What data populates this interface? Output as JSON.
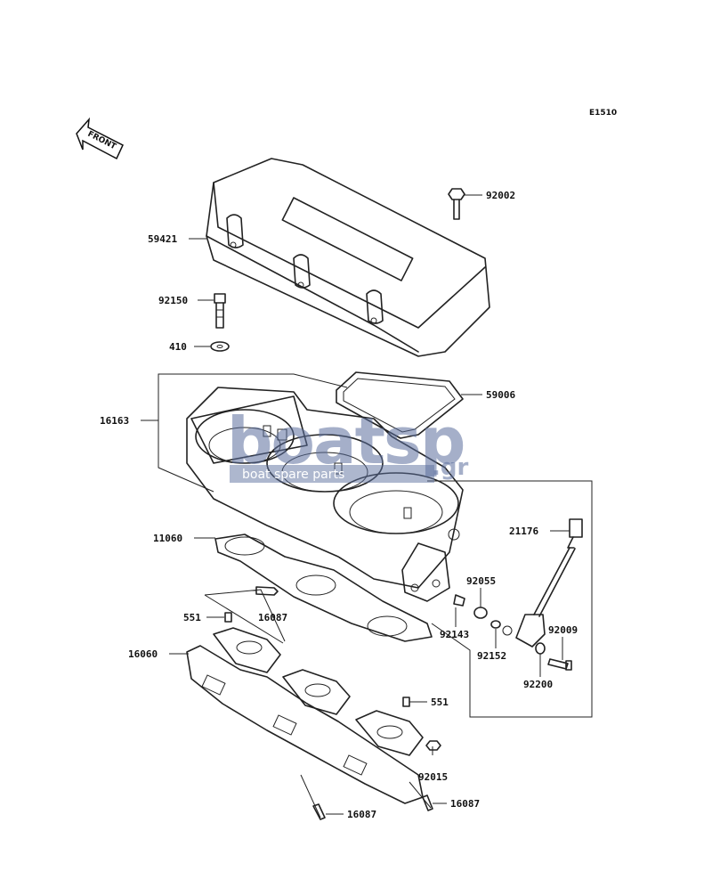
{
  "diagram_code": "E1510",
  "front_arrow_label": "FRONT",
  "watermark": {
    "brand": "boatsp",
    "tld": ".gr",
    "tagline": "boat spare parts"
  },
  "callouts": {
    "p92002": "92002",
    "p59421": "59421",
    "p92150": "92150",
    "p410": "410",
    "p59006": "59006",
    "p16163": "16163",
    "p11060": "11060",
    "p21176": "21176",
    "p92055": "92055",
    "p551a": "551",
    "p16087a": "16087",
    "p92143": "92143",
    "p92009": "92009",
    "p92152": "92152",
    "p16060": "16060",
    "p92200": "92200",
    "p551b": "551",
    "p92015": "92015",
    "p16087b": "16087",
    "p16087c": "16087"
  }
}
